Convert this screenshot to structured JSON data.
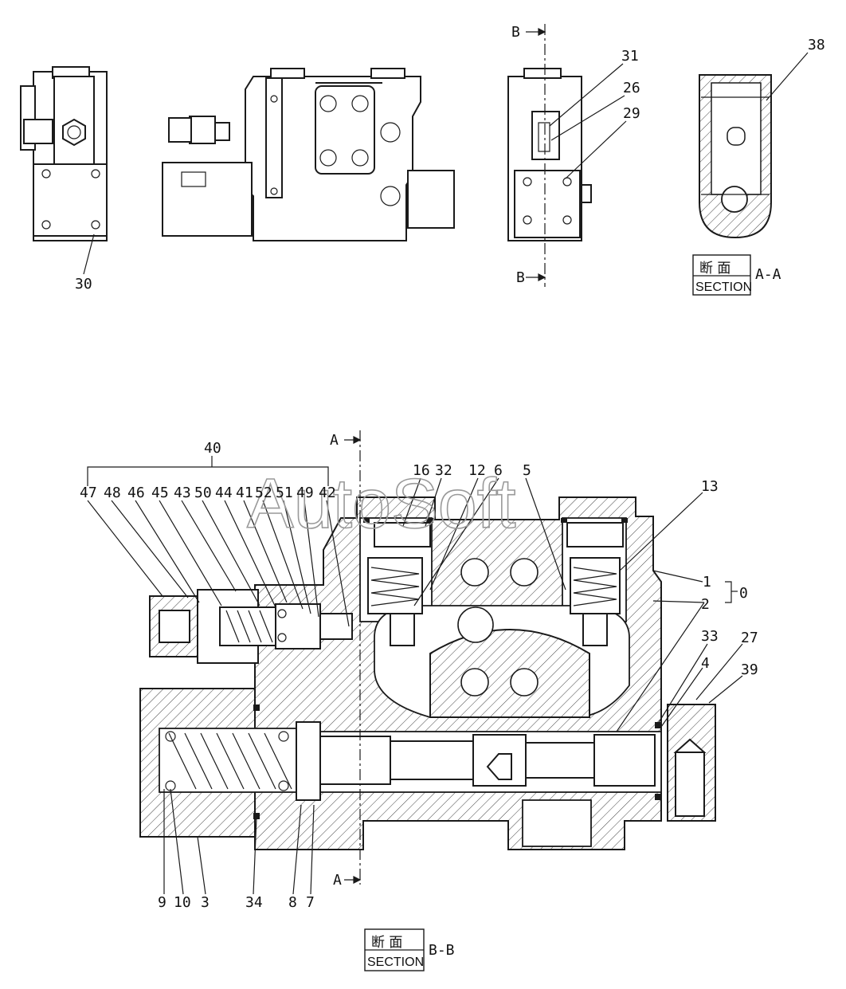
{
  "watermark": "AutoSoft",
  "section_aa": {
    "cjk": "断 面",
    "en": "SECTION",
    "id": "A-A"
  },
  "section_bb": {
    "cjk": "断 面",
    "en": "SECTION",
    "id": "B-B"
  },
  "cut_labels": {
    "b_top": "B",
    "b_bottom": "B",
    "a_top": "A",
    "a_bottom": "A"
  },
  "callouts": {
    "p30": "30",
    "p31": "31",
    "p26": "26",
    "p29": "29",
    "p38": "38",
    "p40": "40",
    "p47": "47",
    "p48": "48",
    "p46": "46",
    "p45": "45",
    "p43": "43",
    "p50": "50",
    "p44": "44",
    "p41": "41",
    "p52": "52",
    "p51": "51",
    "p49": "49",
    "p42": "42",
    "p16": "16",
    "p32": "32",
    "p12": "12",
    "p6": "6",
    "p5": "5",
    "p13": "13",
    "p1": "1",
    "p0": "0",
    "p2": "2",
    "p33": "33",
    "p27": "27",
    "p4": "4",
    "p39": "39",
    "p9": "9",
    "p10": "10",
    "p3": "3",
    "p34": "34",
    "p8": "8",
    "p7": "7"
  }
}
